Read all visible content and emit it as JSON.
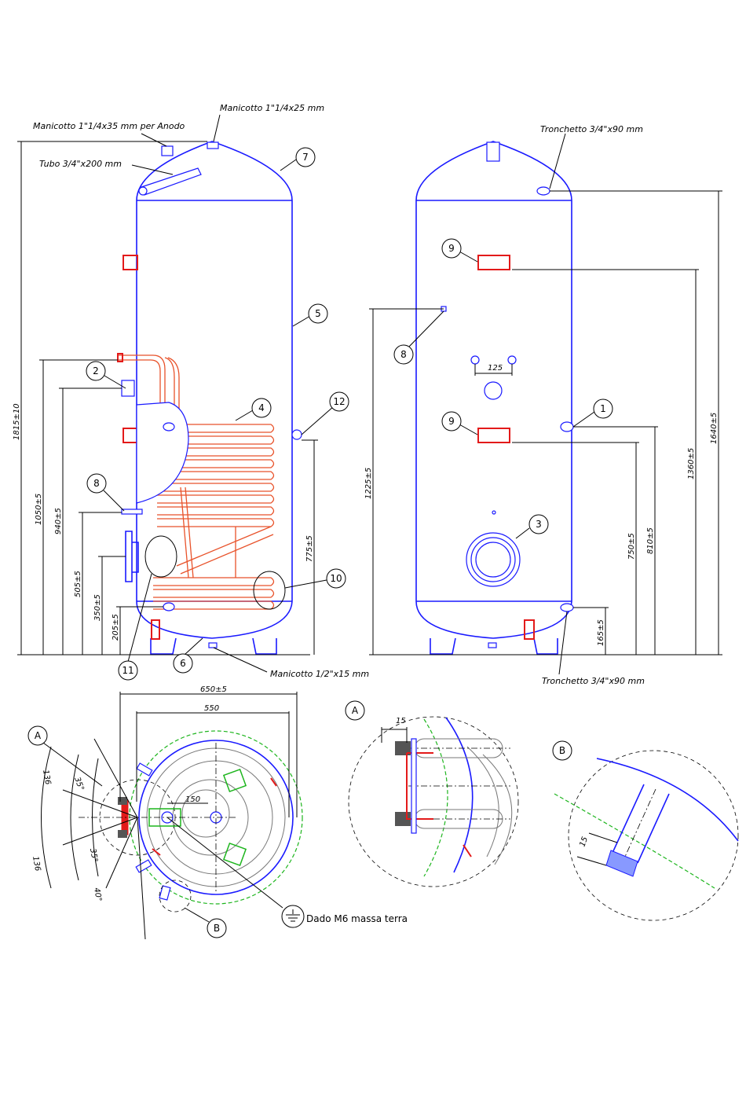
{
  "callouts": {
    "manicotto_top": "Manicotto 1\"1/4x25 mm",
    "manicotto_anodo": "Manicotto 1\"1/4x35 mm per Anodo",
    "tubo": "Tubo 3/4\"x200 mm",
    "tronchetto_top": "Tronchetto 3/4\"x90 mm",
    "tronchetto_bottom": "Tronchetto 3/4\"x90 mm",
    "manicotto_bottom": "Manicotto 1/2\"x15 mm",
    "dado": "Dado M6 massa terra"
  },
  "balloons": {
    "b1": "1",
    "b2": "2",
    "b3": "3",
    "b4": "4",
    "b5": "5",
    "b6": "6",
    "b7": "7",
    "b8a": "8",
    "b8b": "8",
    "b9a": "9",
    "b9b": "9",
    "b10": "10",
    "b11": "11",
    "b12": "12",
    "detA_ref": "A",
    "detB_ref": "B",
    "detA": "A",
    "detB": "B"
  },
  "dimensions": {
    "d1815": "1815±10",
    "d1050": "1050±5",
    "d940": "940±5",
    "d505": "505±5",
    "d350": "350±5",
    "d205": "205±5",
    "d775": "775±5",
    "d1225": "1225±5",
    "d1640": "1640±5",
    "d1360": "1360±5",
    "d810": "810±5",
    "d750": "750±5",
    "d165": "165±5",
    "d125": "125",
    "d650": "650±5",
    "d550": "550",
    "d150": "150",
    "d15a": "15",
    "d15b": "15",
    "a35a": "35°",
    "a35b": "35°",
    "a40": "40°",
    "a136a": "136",
    "a136b": "136"
  },
  "colors": {
    "tank_outline": "#1a1aff",
    "coil": "#e8522a",
    "flange": "#e31a1a",
    "insulation_circle": "#1db51d"
  }
}
